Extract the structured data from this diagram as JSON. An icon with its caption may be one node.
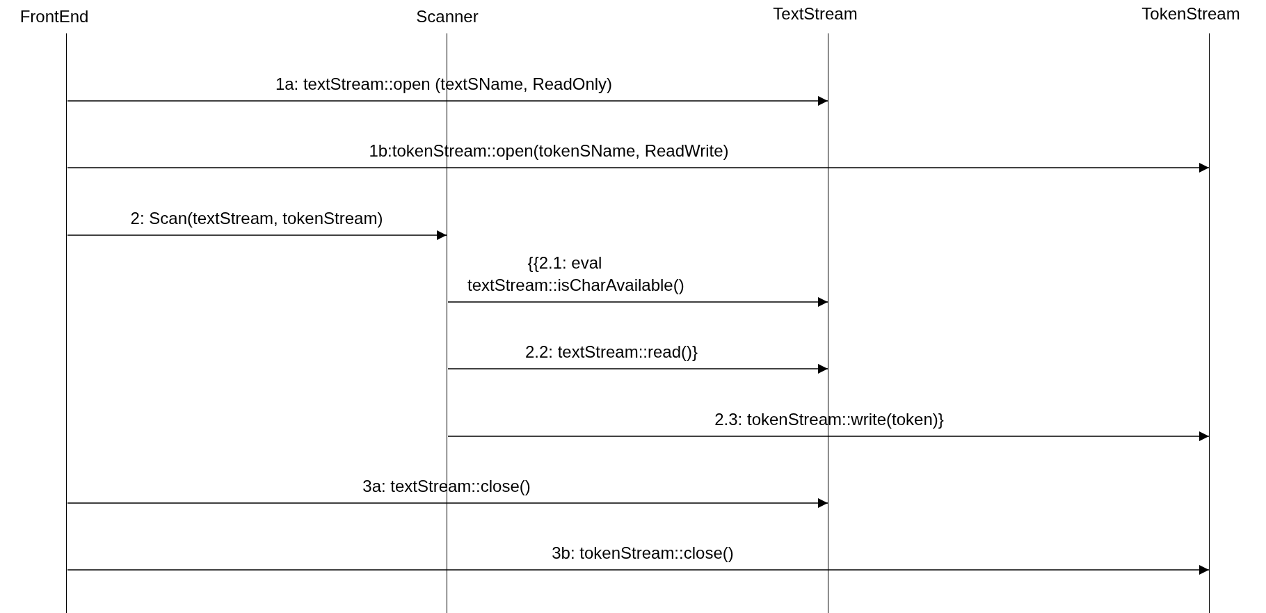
{
  "diagram": {
    "nodes": [
      {
        "text": [
          "FrontEnd"
        ]
      },
      {
        "text": [
          "Scanner"
        ]
      },
      {
        "text": [
          "TextStream"
        ]
      },
      {
        "text": [
          "TokenStream"
        ]
      }
    ],
    "edges": [
      {
        "from": 0,
        "to": 2,
        "arrow": "to",
        "label": "1a: textStream::open (textSName, ReadOnly)"
      },
      {
        "from": 0,
        "to": 3,
        "arrow": "to",
        "label": "1b:tokenStream::open(tokenSName, ReadWrite)"
      },
      {
        "from": 0,
        "to": 1,
        "arrow": "to",
        "label": "2: Scan(textStream, tokenStream)"
      },
      {
        "from": 1,
        "to": 2,
        "arrow": "to",
        "label": "{{2.1: eval textStream::isCharAvailable()"
      },
      {
        "from": 1,
        "to": 2,
        "arrow": "to",
        "label": "2.2: textStream::read()}"
      },
      {
        "from": 1,
        "to": 3,
        "arrow": "to",
        "label": "2.3: tokenStream::write(token)}"
      },
      {
        "from": 0,
        "to": 2,
        "arrow": "to",
        "label": "3a: textStream::close()"
      },
      {
        "from": 0,
        "to": 3,
        "arrow": "to",
        "label": "3b: tokenStream::close()"
      }
    ]
  }
}
